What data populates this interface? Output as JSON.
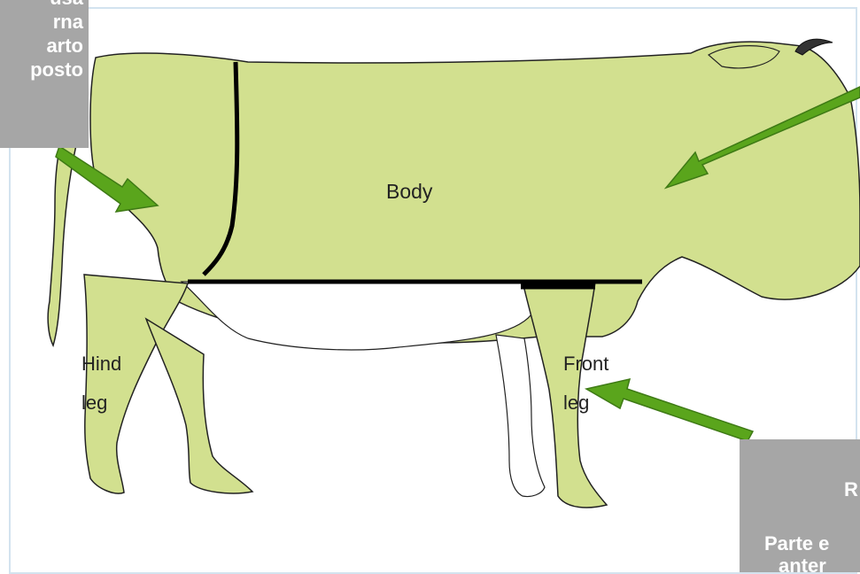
{
  "labels": {
    "body": "Body",
    "hind_line1": "Hind",
    "hind_line2": "leg",
    "front_line1": "Front",
    "front_line2": "leg"
  },
  "callouts": {
    "hind": [
      "usa",
      "rna",
      "arto",
      "posto"
    ],
    "front": [
      "R",
      "Parte e",
      "anter"
    ]
  },
  "colors": {
    "cow_fill": "#d2e08f",
    "arrow_fill": "#5aa51c",
    "arrow_stroke": "#3e7a15",
    "callout_bg": "#a6a6a6",
    "frame_border": "#d3e3ef"
  }
}
